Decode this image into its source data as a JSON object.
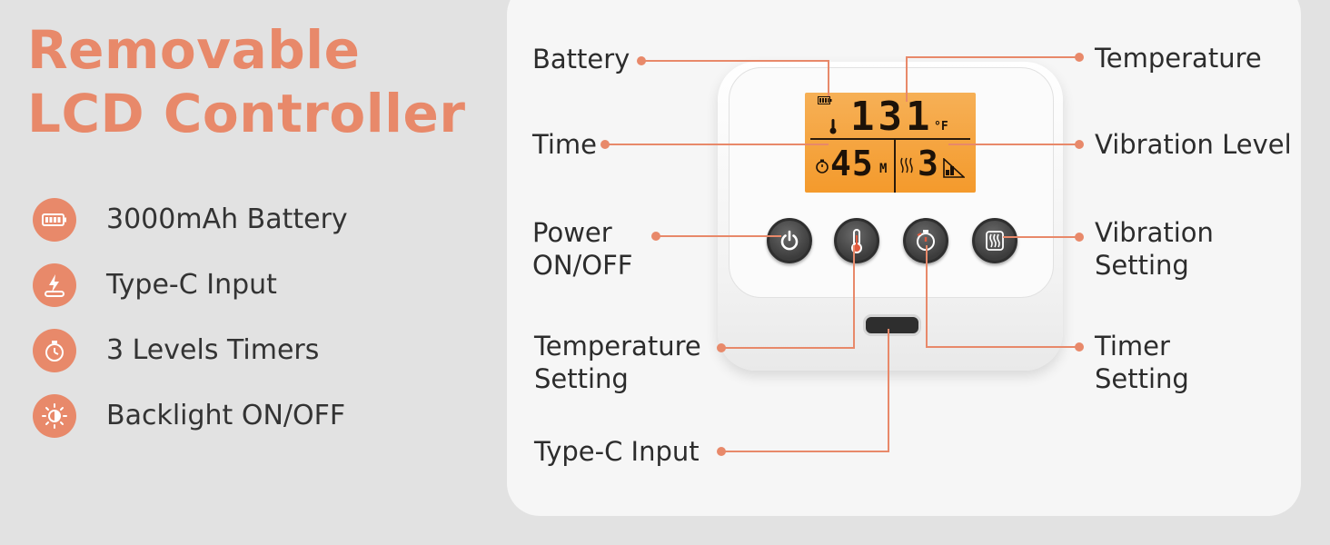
{
  "title": {
    "line1": "Removable",
    "line2": "LCD Controller"
  },
  "features": [
    {
      "icon": "battery-icon",
      "label": "3000mAh Battery"
    },
    {
      "icon": "charging-plug-icon",
      "label": "Type-C Input"
    },
    {
      "icon": "timer-icon",
      "label": "3 Levels Timers"
    },
    {
      "icon": "brightness-icon",
      "label": "Backlight ON/OFF"
    }
  ],
  "callouts": {
    "battery": "Battery",
    "temperature": "Temperature",
    "time": "Time",
    "vibration_level": "Vibration Level",
    "power": [
      "Power",
      "ON/OFF"
    ],
    "vibration_setting": [
      "Vibration",
      "Setting"
    ],
    "temperature_setting": [
      "Temperature",
      "Setting"
    ],
    "timer_setting": [
      "Timer",
      "Setting"
    ],
    "type_c_input": "Type-C Input"
  },
  "lcd": {
    "temperature": "131",
    "temperature_unit": "°F",
    "timer": "45",
    "timer_unit": "M",
    "vibration": "3"
  },
  "colors": {
    "accent": "#e8896a",
    "lcd_backlight": "#f49a2c",
    "panel": "#f6f6f6",
    "background": "#e2e2e2"
  },
  "buttons": [
    "power-icon",
    "thermometer-icon",
    "timer-icon",
    "vibration-icon"
  ]
}
